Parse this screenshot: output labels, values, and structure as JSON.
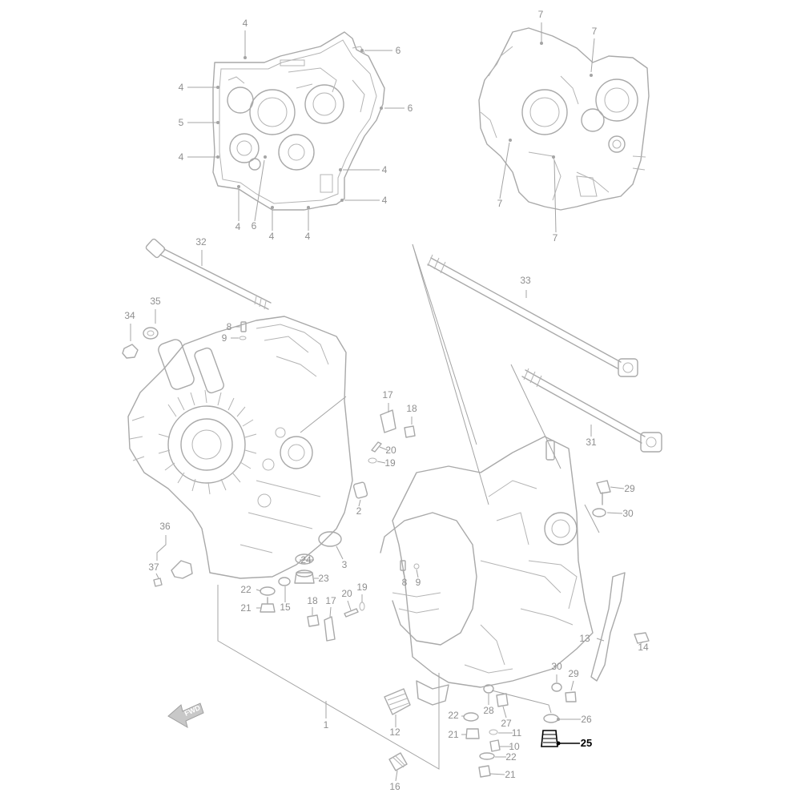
{
  "highlight_callout": "25",
  "accent_color": "#000000",
  "line_color": "#a9a9a9",
  "fwd_label": "FWD",
  "callouts": [
    {
      "id": "c-4-top",
      "label": "4"
    },
    {
      "id": "c-6-a",
      "label": "6"
    },
    {
      "id": "c-4-l1",
      "label": "4"
    },
    {
      "id": "c-6-b",
      "label": "6"
    },
    {
      "id": "c-5",
      "label": "5"
    },
    {
      "id": "c-4-l2",
      "label": "4"
    },
    {
      "id": "c-4-r1",
      "label": "4"
    },
    {
      "id": "c-4-r2",
      "label": "4"
    },
    {
      "id": "c-4-b1",
      "label": "4"
    },
    {
      "id": "c-6-bot",
      "label": "6"
    },
    {
      "id": "c-4-b2",
      "label": "4"
    },
    {
      "id": "c-4-b3",
      "label": "4"
    },
    {
      "id": "c-7-top",
      "label": "7"
    },
    {
      "id": "c-7-tr",
      "label": "7"
    },
    {
      "id": "c-7-l",
      "label": "7"
    },
    {
      "id": "c-7-b",
      "label": "7"
    },
    {
      "id": "c-32",
      "label": "32"
    },
    {
      "id": "c-33",
      "label": "33"
    },
    {
      "id": "c-35",
      "label": "35"
    },
    {
      "id": "c-34",
      "label": "34"
    },
    {
      "id": "c-8-a",
      "label": "8"
    },
    {
      "id": "c-9-a",
      "label": "9"
    },
    {
      "id": "c-17-a",
      "label": "17"
    },
    {
      "id": "c-18-a",
      "label": "18"
    },
    {
      "id": "c-20-a",
      "label": "20"
    },
    {
      "id": "c-19-a",
      "label": "19"
    },
    {
      "id": "c-31",
      "label": "31"
    },
    {
      "id": "c-2",
      "label": "2"
    },
    {
      "id": "c-29-a",
      "label": "29"
    },
    {
      "id": "c-30-a",
      "label": "30"
    },
    {
      "id": "c-36",
      "label": "36"
    },
    {
      "id": "c-37",
      "label": "37"
    },
    {
      "id": "c-3",
      "label": "3"
    },
    {
      "id": "c-24",
      "label": "24"
    },
    {
      "id": "c-23",
      "label": "23"
    },
    {
      "id": "c-22-a",
      "label": "22"
    },
    {
      "id": "c-15",
      "label": "15"
    },
    {
      "id": "c-21-a",
      "label": "21"
    },
    {
      "id": "c-8-b",
      "label": "8"
    },
    {
      "id": "c-9-b",
      "label": "9"
    },
    {
      "id": "c-18-b",
      "label": "18"
    },
    {
      "id": "c-17-b",
      "label": "17"
    },
    {
      "id": "c-20-b",
      "label": "20"
    },
    {
      "id": "c-19-b",
      "label": "19"
    },
    {
      "id": "c-13",
      "label": "13"
    },
    {
      "id": "c-14",
      "label": "14"
    },
    {
      "id": "c-30-b",
      "label": "30"
    },
    {
      "id": "c-29-b",
      "label": "29"
    },
    {
      "id": "c-1",
      "label": "1"
    },
    {
      "id": "c-28",
      "label": "28"
    },
    {
      "id": "c-27",
      "label": "27"
    },
    {
      "id": "c-26",
      "label": "26"
    },
    {
      "id": "c-25",
      "label": "25"
    },
    {
      "id": "c-22-b",
      "label": "22"
    },
    {
      "id": "c-12",
      "label": "12"
    },
    {
      "id": "c-21-b",
      "label": "21"
    },
    {
      "id": "c-11",
      "label": "11"
    },
    {
      "id": "c-10",
      "label": "10"
    },
    {
      "id": "c-22-c",
      "label": "22"
    },
    {
      "id": "c-21-c",
      "label": "21"
    },
    {
      "id": "c-16",
      "label": "16"
    }
  ]
}
